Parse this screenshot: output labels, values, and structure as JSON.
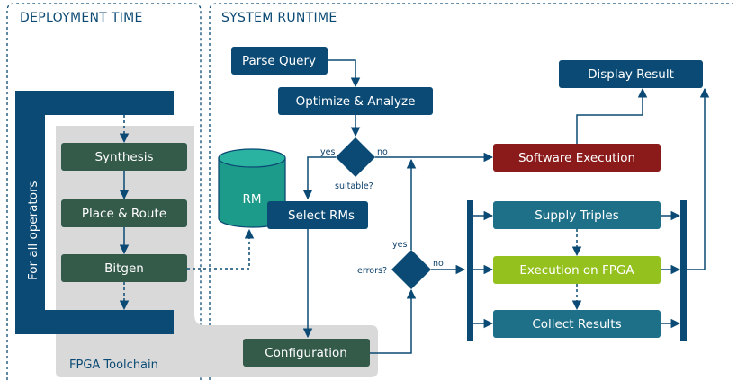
{
  "sections": {
    "deployment": "DEPLOYMENT TIME",
    "runtime": "SYSTEM RUNTIME"
  },
  "toolchain": {
    "loop_label": "For all operators",
    "group_label": "FPGA Toolchain",
    "synthesis": "Synthesis",
    "place_route": "Place & Route",
    "bitgen": "Bitgen"
  },
  "runtime": {
    "parse_query": "Parse Query",
    "optimize": "Optimize & Analyze",
    "display_result": "Display Result",
    "software_execution": "Software Execution",
    "rm_store": "RM",
    "select_rms": "Select RMs",
    "configuration": "Configuration",
    "supply_triples": "Supply Triples",
    "execution_fpga": "Execution on FPGA",
    "collect_results": "Collect Results"
  },
  "decisions": {
    "suitable": {
      "label": "suitable?",
      "yes": "yes",
      "no": "no"
    },
    "errors": {
      "label": "errors?",
      "yes": "yes",
      "no": "no"
    }
  },
  "colors": {
    "navy": "#0b4a74",
    "teal": "#1e6f88",
    "dark_green": "#345a4a",
    "lime": "#95c11f",
    "dark_red": "#8b1a1a",
    "rm_teal": "#1c9a8a",
    "toolchain_grey": "#d9d9d9"
  }
}
